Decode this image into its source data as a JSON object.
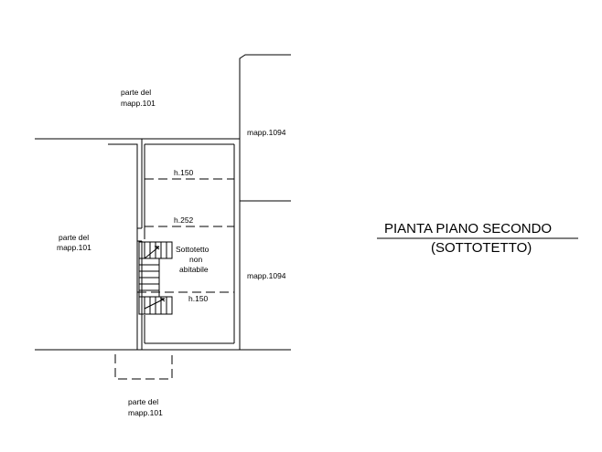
{
  "labels": {
    "parte_del_top": "parte del",
    "mapp_top": "mapp.101",
    "parte_del_left": "parte del",
    "mapp_left": "mapp.101",
    "parte_del_bottom": "parte del",
    "mapp_bottom": "mapp.101",
    "mapp1094_top": "mapp.1094",
    "mapp1094_right": "mapp.1094",
    "h150_top": "h.150",
    "h252": "h.252",
    "h150_bottom": "h.150",
    "room_line1": "Sottotetto",
    "room_line2": "non",
    "room_line3": "abitabile"
  },
  "title": {
    "line1": "PIANTA PIANO SECONDO",
    "line2": "(SOTTOTETTO)"
  }
}
